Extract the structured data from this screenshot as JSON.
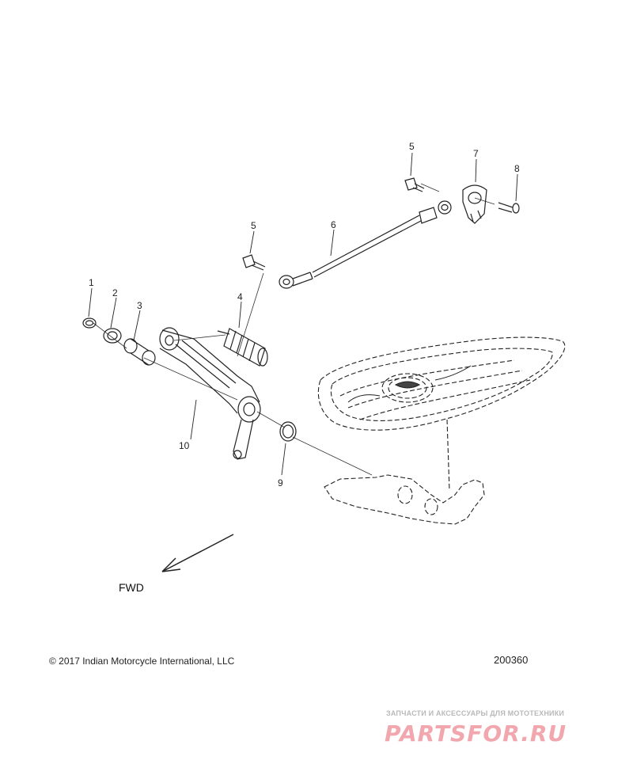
{
  "diagram": {
    "callouts": [
      {
        "id": "c1",
        "label": "1"
      },
      {
        "id": "c2",
        "label": "2"
      },
      {
        "id": "c3",
        "label": "3"
      },
      {
        "id": "c4",
        "label": "4"
      },
      {
        "id": "c5a",
        "label": "5"
      },
      {
        "id": "c5b",
        "label": "5"
      },
      {
        "id": "c6",
        "label": "6"
      },
      {
        "id": "c7",
        "label": "7"
      },
      {
        "id": "c8",
        "label": "8"
      },
      {
        "id": "c9",
        "label": "9"
      },
      {
        "id": "c10",
        "label": "10"
      }
    ],
    "direction_label": "FWD"
  },
  "footer": {
    "copyright": "© 2017 Indian Motorcycle International, LLC",
    "diagram_id": "200360"
  },
  "watermark": {
    "tagline": "ЗАПЧАСТИ И АКСЕССУАРЫ ДЛЯ МОТОТЕХНИКИ",
    "logo_text": "PARTSFOR.RU"
  }
}
